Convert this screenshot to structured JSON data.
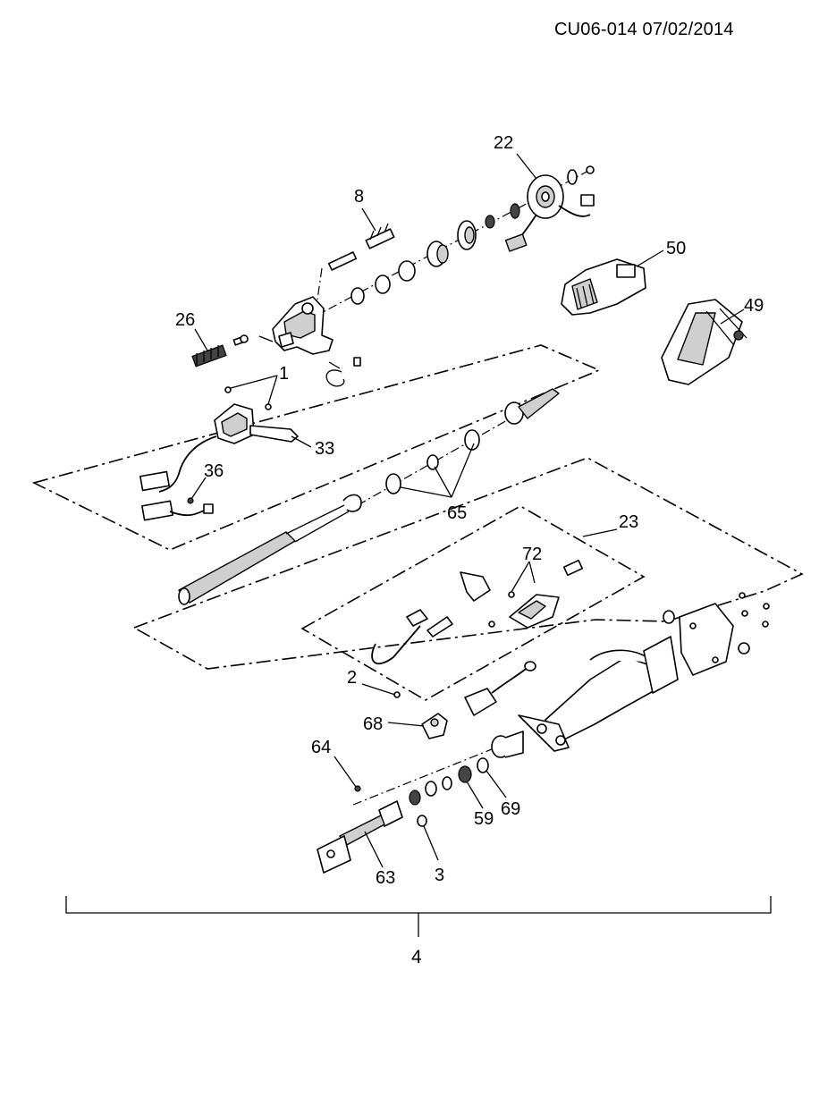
{
  "header": {
    "code": "CU06-014 07/02/2014"
  },
  "callouts": {
    "c1": "1",
    "c2": "2",
    "c3": "3",
    "c4": "4",
    "c8": "8",
    "c22": "22",
    "c23": "23",
    "c26": "26",
    "c33": "33",
    "c36": "36",
    "c49": "49",
    "c50": "50",
    "c59": "59",
    "c63": "63",
    "c64": "64",
    "c65": "65",
    "c68": "68",
    "c69": "69",
    "c72": "72"
  }
}
